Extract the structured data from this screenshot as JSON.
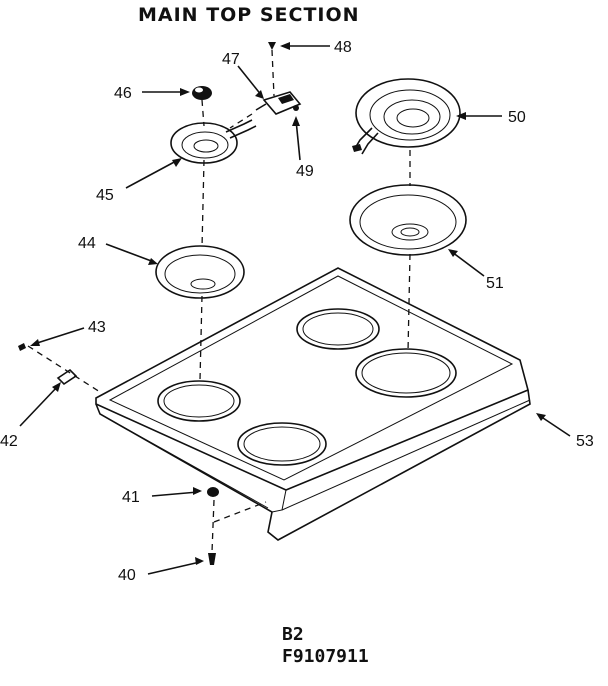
{
  "title": "MAIN TOP SECTION",
  "footer": {
    "line1": "B2",
    "line2": "F9107911"
  },
  "callouts": {
    "c40": "40",
    "c41": "41",
    "c42": "42",
    "c43": "43",
    "c44": "44",
    "c45": "45",
    "c46": "46",
    "c47": "47",
    "c48": "48",
    "c49": "49",
    "c50": "50",
    "c51": "51",
    "c53": "53"
  }
}
